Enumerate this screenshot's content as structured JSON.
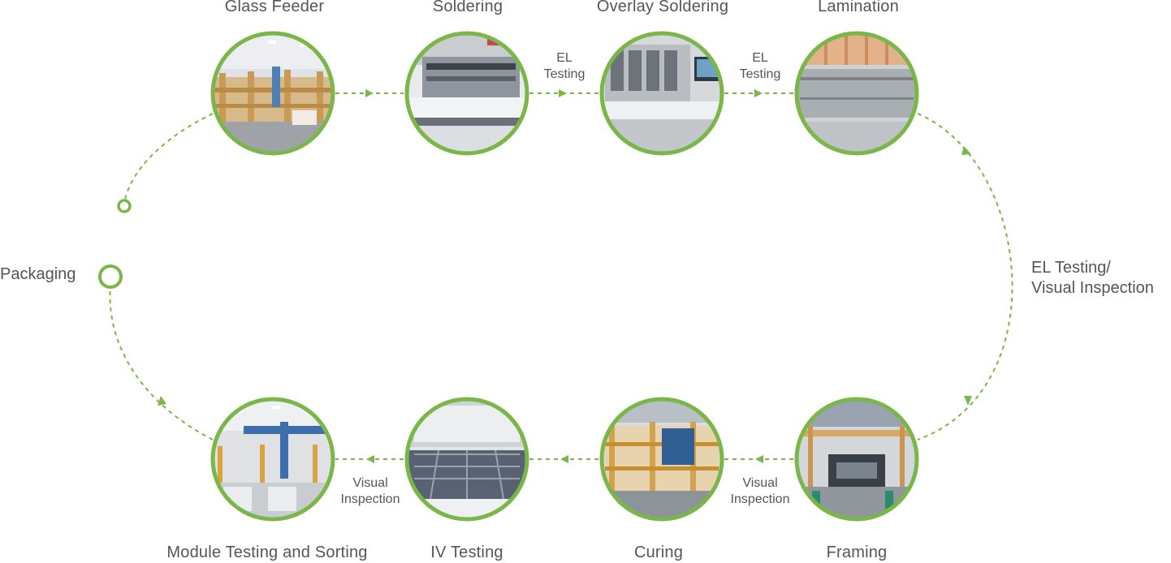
{
  "diagram": {
    "accent_color": "#7ab648",
    "steps": {
      "glass_feeder": "Glass Feeder",
      "soldering": "Soldering",
      "overlay_soldering": "Overlay Soldering",
      "lamination": "Lamination",
      "framing": "Framing",
      "curing": "Curing",
      "iv_testing": "IV Testing",
      "module_testing": "Module Testing and Sorting",
      "packaging": "Packaging"
    },
    "connectors": {
      "el_testing_1": [
        "EL",
        "Testing"
      ],
      "el_testing_2": [
        "EL",
        "Testing"
      ],
      "el_visual": [
        "EL Testing/",
        "Visual Inspection"
      ],
      "visual_1": [
        "Visual",
        "Inspection"
      ],
      "visual_2": [
        "Visual",
        "Inspection"
      ]
    }
  }
}
